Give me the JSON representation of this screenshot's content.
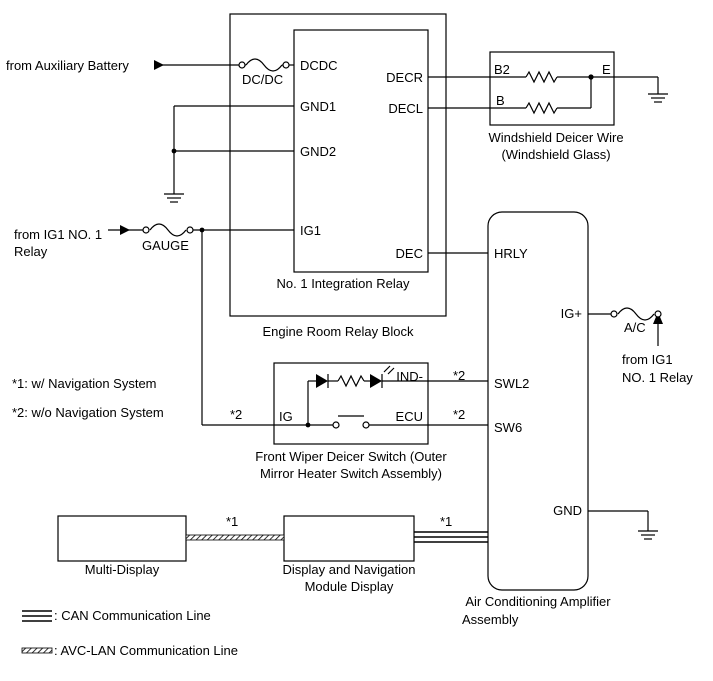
{
  "sources": {
    "aux_battery": "from Auxiliary Battery",
    "ig1_relay_line1": "from IG1 NO. 1",
    "ig1_relay_line2": "Relay",
    "ig1_right_line1": "from IG1",
    "ig1_right_line2": "NO. 1 Relay"
  },
  "fuses": {
    "dcdc": "DC/DC",
    "gauge": "GAUGE",
    "ac": "A/C"
  },
  "relay_block": {
    "outer_label": "Engine Room Relay Block",
    "inner_label": "No. 1 Integration Relay",
    "pins": {
      "dcdc": "DCDC",
      "gnd1": "GND1",
      "gnd2": "GND2",
      "ig1": "IG1",
      "decr": "DECR",
      "decl": "DECL",
      "dec": "DEC"
    }
  },
  "deicer_wire": {
    "label_line1": "Windshield Deicer Wire",
    "label_line2": "(Windshield Glass)",
    "pins": {
      "b2": "B2",
      "b": "B",
      "e": "E"
    }
  },
  "switch": {
    "label_line1": "Front Wiper Deicer Switch (Outer",
    "label_line2": "Mirror Heater Switch Assembly)",
    "pins": {
      "ig": "IG",
      "ind": "IND-",
      "ecu": "ECU"
    }
  },
  "amplifier": {
    "label_line1": "Air Conditioning Amplifier",
    "label_line2": "Assembly",
    "pins": {
      "hrly": "HRLY",
      "igp": "IG+",
      "swl2": "SWL2",
      "sw6": "SW6",
      "gnd": "GND"
    }
  },
  "modules": {
    "multi_display": "Multi-Display",
    "nav_line1": "Display and Navigation",
    "nav_line2": "Module Display"
  },
  "markers": {
    "m1": "*1",
    "m2": "*2"
  },
  "notes": {
    "n1": "*1: w/ Navigation System",
    "n2": "*2: w/o Navigation System"
  },
  "legend": {
    "can": ": CAN Communication Line",
    "avc": ": AVC-LAN Communication Line"
  }
}
